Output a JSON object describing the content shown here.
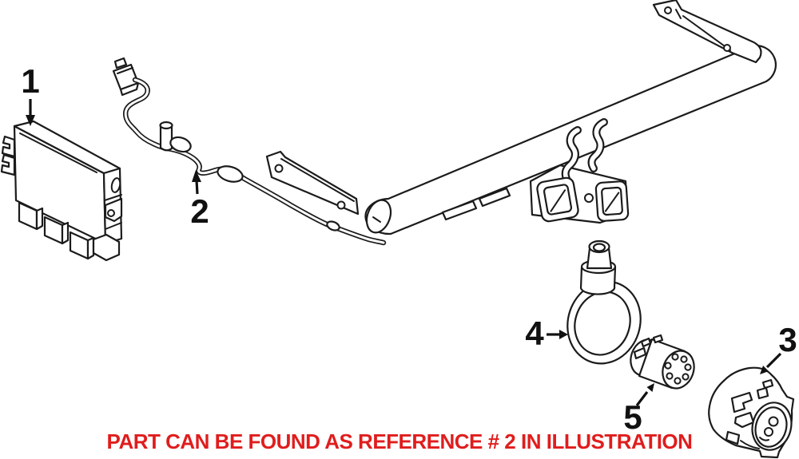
{
  "diagram": {
    "background": "#ffffff",
    "line_color": "#1b1b1b",
    "caption": {
      "text": "PART CAN BE FOUND AS REFERENCE # 2 IN ILLUSTRATION",
      "color": "#e01d1d"
    },
    "labels": [
      {
        "ref": "1",
        "part": "control-module"
      },
      {
        "ref": "2",
        "part": "wiring-harness"
      },
      {
        "ref": "3",
        "part": "socket-housing"
      },
      {
        "ref": "4",
        "part": "hitch-ball-cover"
      },
      {
        "ref": "5",
        "part": "connector-plug"
      }
    ]
  }
}
